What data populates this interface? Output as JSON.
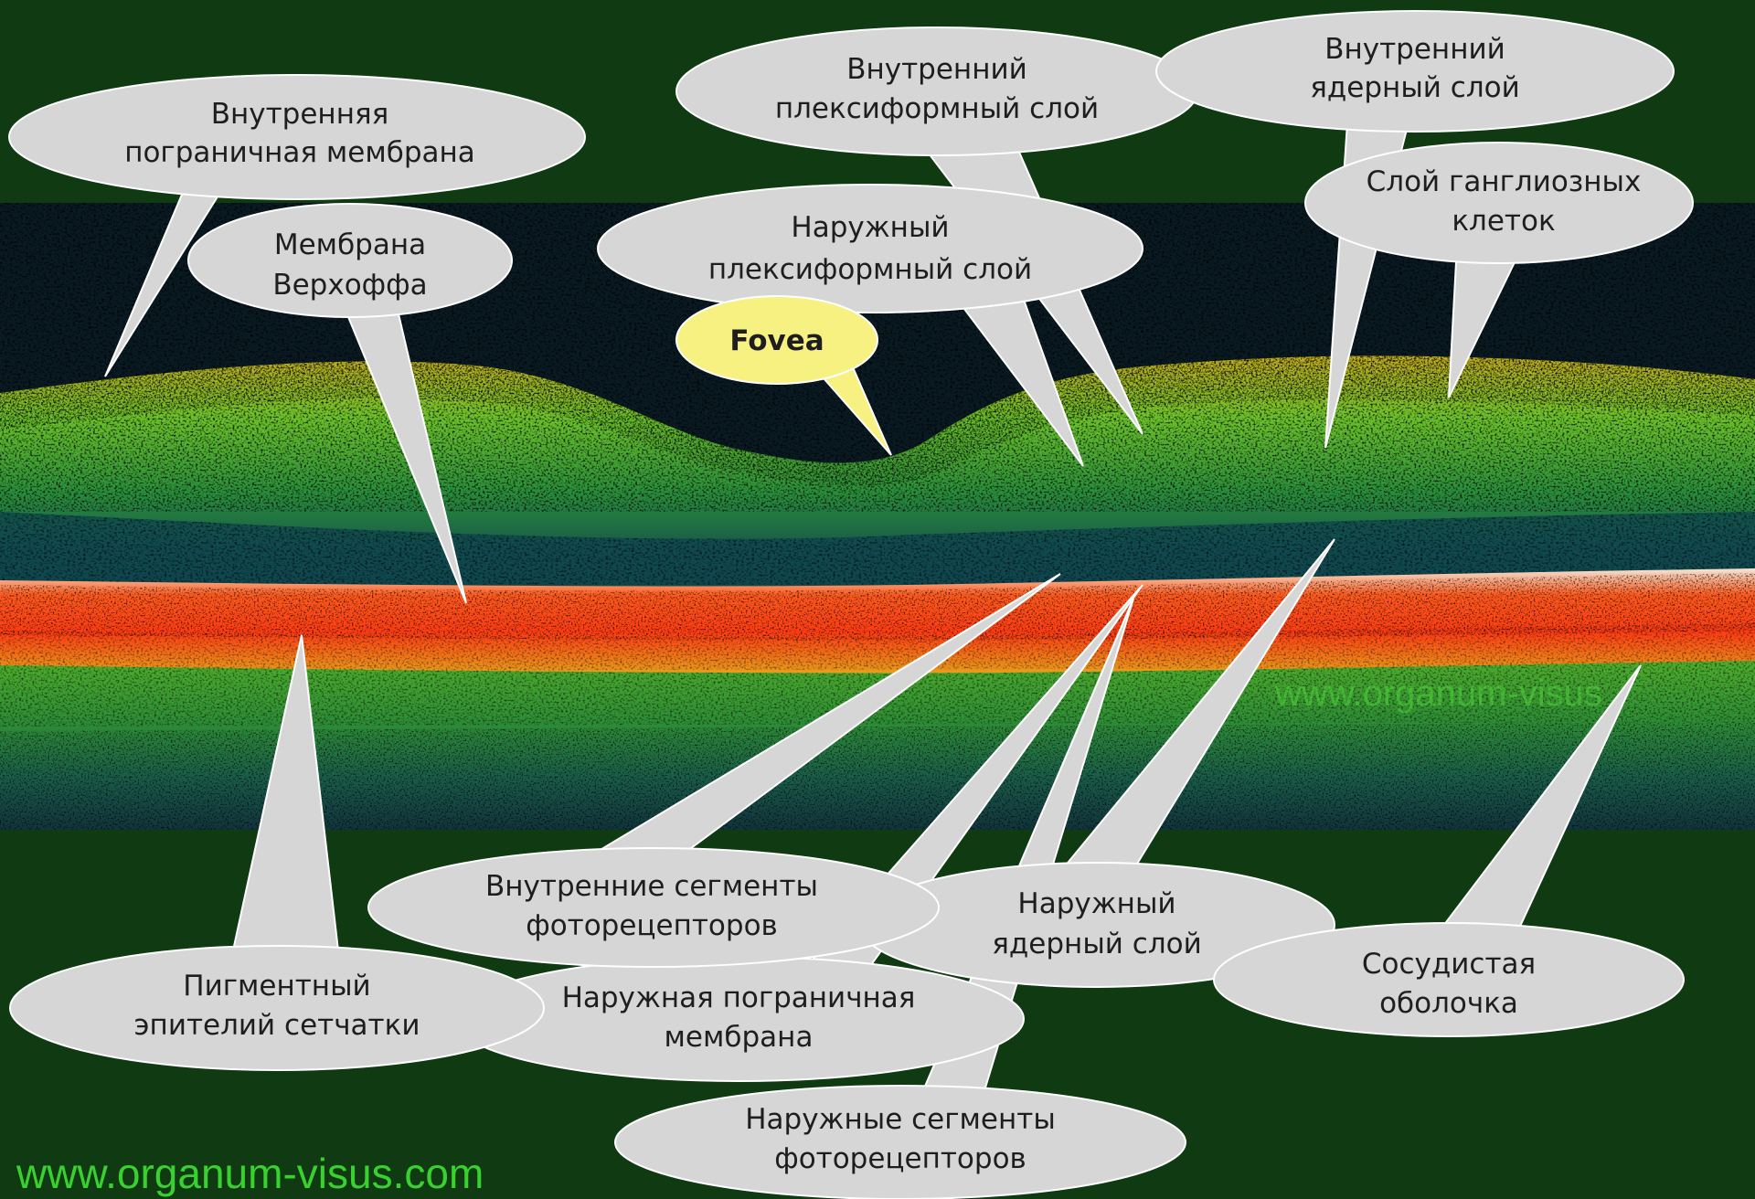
{
  "colors": {
    "background": "#0f3a12",
    "scan_band_background": "#0a1a22",
    "bubble_fill": "#d6d6d6",
    "bubble_stroke": "#ffffff",
    "fovea_fill": "#f7f181",
    "watermark": "#39d12f"
  },
  "labels": {
    "inner_limiting_membrane": [
      "Внутренняя",
      "пограничная мембрана"
    ],
    "verhoeff_membrane": [
      "Мембрана",
      "Верхоффа"
    ],
    "inner_plexiform_layer": [
      "Внутренний",
      "плексиформный слой"
    ],
    "inner_nuclear_layer": [
      "Внутренний",
      "ядерный слой"
    ],
    "ganglion_cell_layer": [
      "Слой ганглиозных",
      "клеток"
    ],
    "outer_plexiform_layer": [
      "Наружный",
      "плексиформный слой"
    ],
    "fovea": "Fovea",
    "inner_segments": [
      "Внутренние сегменты",
      "фоторецепторов"
    ],
    "outer_nuclear_layer": [
      "Наружный",
      "ядерный слой"
    ],
    "pigment_epithelium": [
      "Пигментный",
      "эпителий сетчатки"
    ],
    "outer_limiting_membrane": [
      "Наружная пограничная",
      "мембрана"
    ],
    "choroid": [
      "Сосудистая",
      "оболочка"
    ],
    "outer_segments": [
      "Наружные сегменты",
      "фоторецепторов"
    ]
  },
  "watermark": "www.organum-visus.com",
  "embedded_watermark": "www.organum-visus"
}
